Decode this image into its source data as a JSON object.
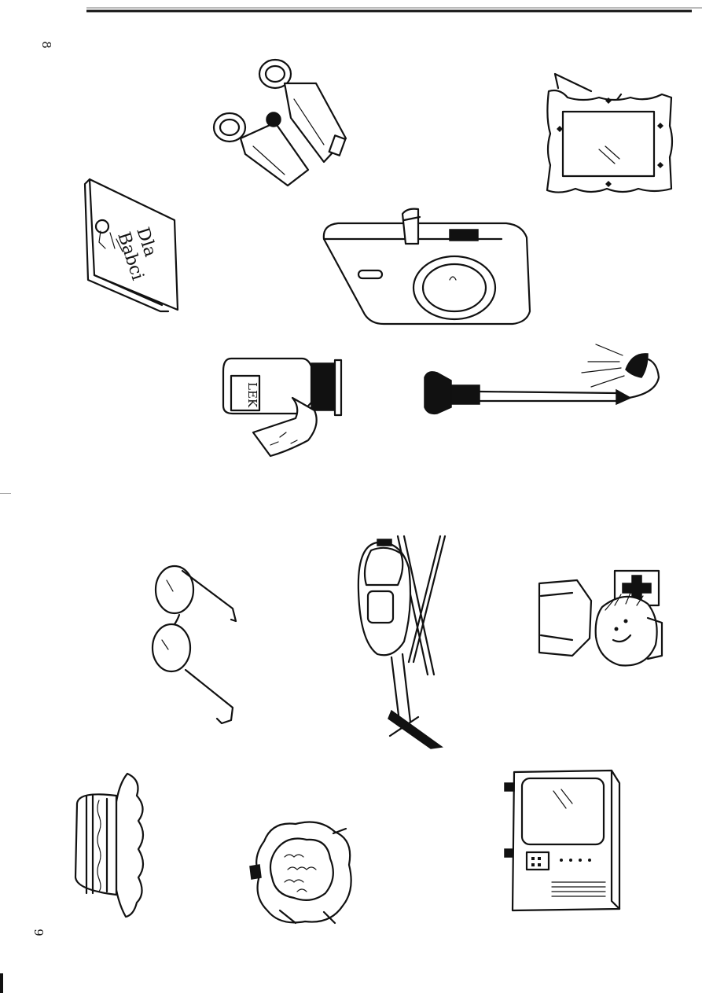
{
  "page": {
    "number_top": "8",
    "number_bottom": "9"
  },
  "pictures": {
    "book": {
      "title_line1": "Dla",
      "title_line2": "Babci"
    },
    "medicine": {
      "label": "LEK"
    }
  },
  "ink_color": "#111111",
  "paper_color": "#ffffff"
}
